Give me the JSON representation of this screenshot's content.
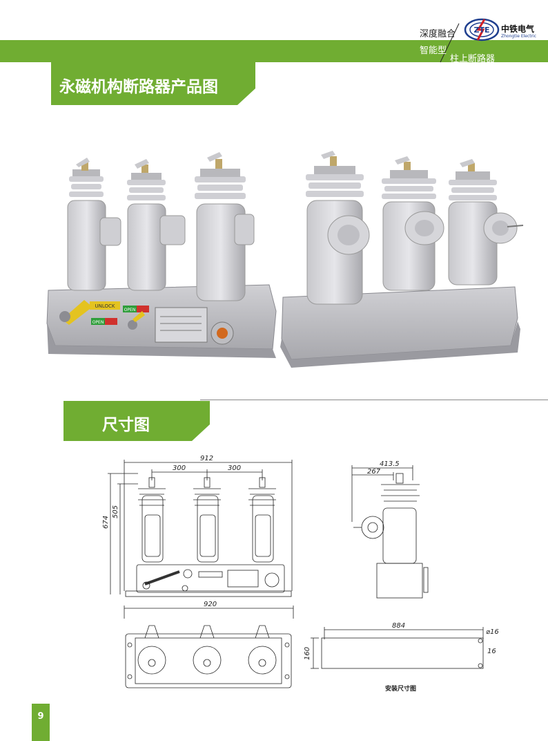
{
  "header": {
    "slogan_1": "深度融合",
    "slogan_2": "智能型",
    "product_line": "柱上断路器",
    "brand_cn": "中铁电气",
    "brand_en": "Zhongtie Electric",
    "logo_letters": "ZTE"
  },
  "section_1": {
    "title": "永磁机构断路器产品图"
  },
  "photo": {
    "labels": {
      "unlock": "UNLOCK",
      "open_a": "OPEN",
      "open_b": "OPEN"
    }
  },
  "section_2": {
    "title": "尺寸图"
  },
  "drawing": {
    "front_width": "912",
    "pitch_1": "300",
    "pitch_2": "300",
    "height_total": "674",
    "height_upper": "505",
    "plan_width": "920",
    "side_width": "413.5",
    "side_offset": "267",
    "mount_length": "884",
    "mount_depth": "160",
    "hole_dia": "⌀16",
    "hole_offset": "16",
    "mount_caption": "安装尺寸图"
  },
  "page": {
    "number": "9"
  },
  "colors": {
    "accent_green": "#70ad32",
    "dark_green": "#4f8a1e",
    "logo_blue": "#1f3f8f",
    "logo_red": "#d11f26"
  }
}
